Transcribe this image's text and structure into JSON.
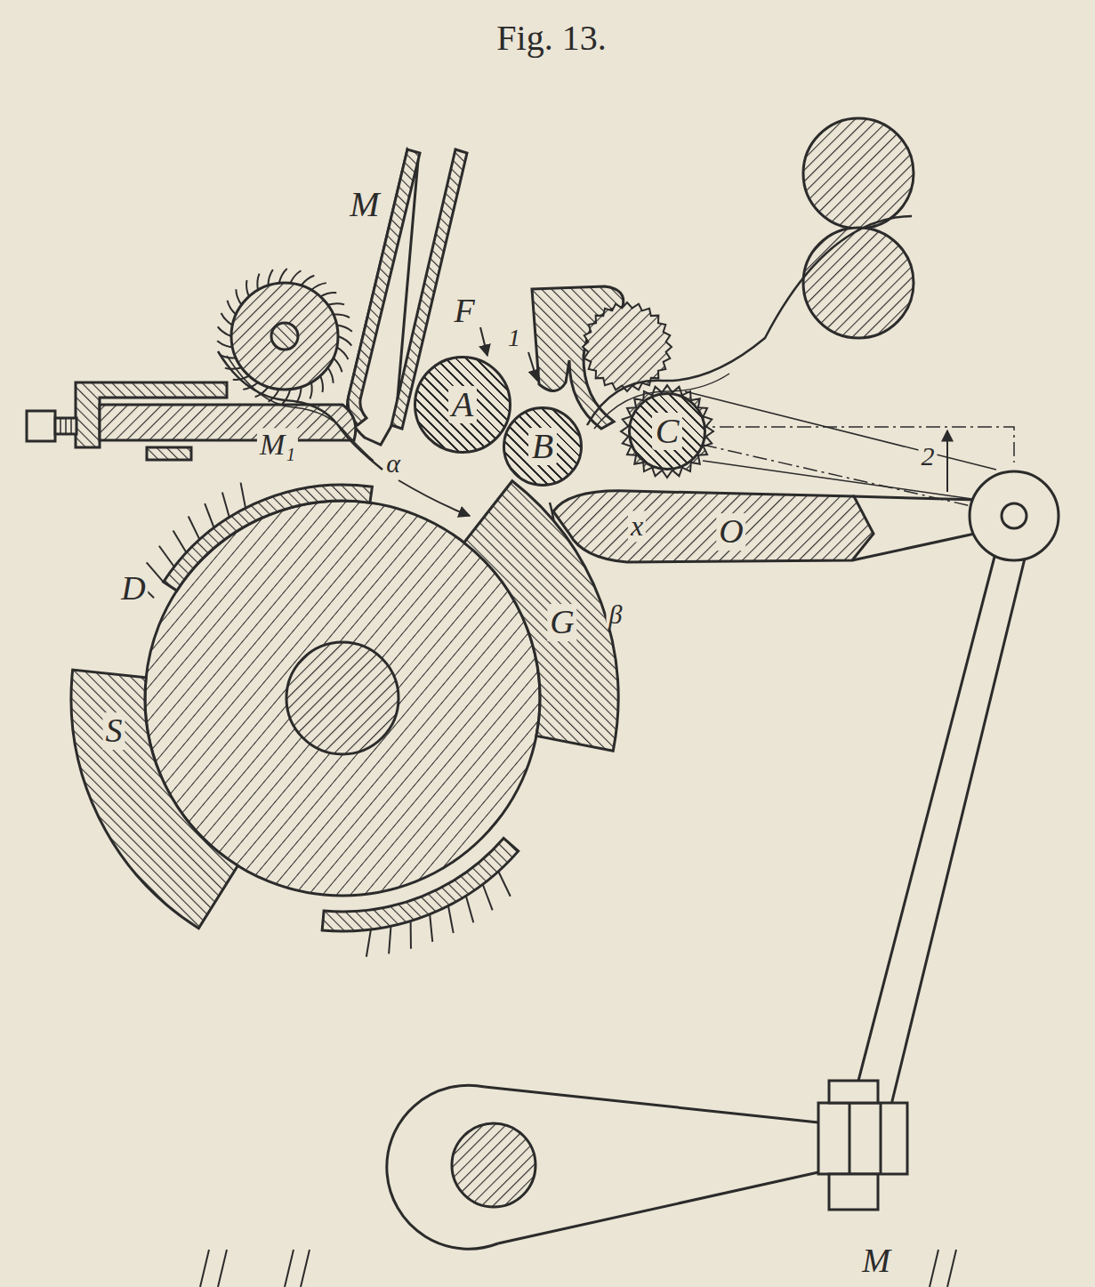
{
  "diagram": {
    "title": "Fig. 13.",
    "nodes": [
      {
        "text": [
          "A"
        ]
      },
      {
        "text": [
          "B"
        ]
      },
      {
        "text": [
          "C"
        ]
      }
    ],
    "labels": [
      "M",
      "F",
      "1",
      "M₁",
      "α",
      "2",
      "O",
      "x",
      "D",
      "G",
      "β",
      "S",
      "M"
    ]
  }
}
